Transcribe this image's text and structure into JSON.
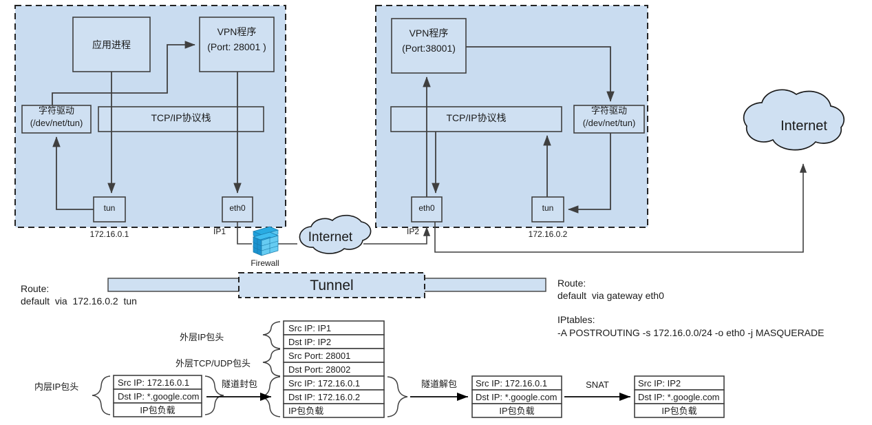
{
  "title": "VPN tunnel packet flow diagram",
  "colors": {
    "panel_fill": "#c9dcf0",
    "node_fill": "#cfe0f2",
    "stroke": "#3f3f3f",
    "firewall": "#29abe2",
    "white": "#ffffff"
  },
  "left_panel": {
    "name": "client-host",
    "nodes": {
      "app": "应用进程",
      "vpn_line1": "VPN程序",
      "vpn_line2": "(Port: 28001 )",
      "chardev_line1": "字符驱动",
      "chardev_line2": "(/dev/net/tun)",
      "tcpip": "TCP/IP协议栈",
      "tun": "tun",
      "eth0": "eth0"
    },
    "labels": {
      "tun_ip": "172.16.0.1",
      "eth_ip": "IP1"
    }
  },
  "right_panel": {
    "name": "vpn-server-host",
    "nodes": {
      "vpn_line1": "VPN程序",
      "vpn_line2": "(Port:38001)",
      "chardev_line1": "字符驱动",
      "chardev_line2": "(/dev/net/tun)",
      "tcpip": "TCP/IP协议栈",
      "tun": "tun",
      "eth0": "eth0"
    },
    "labels": {
      "tun_ip": "172.16.0.2",
      "eth_ip": "IP2"
    }
  },
  "network": {
    "firewall": "Firewall",
    "internet_mid": "Internet",
    "internet_right": "Internet",
    "tunnel": "Tunnel"
  },
  "routes": {
    "left_title": "Route:",
    "left_rule": "default  via  172.16.0.2  tun",
    "right_title": "Route:",
    "right_rule": "default  via gateway eth0",
    "iptables_title": "IPtables:",
    "iptables_rule": "-A POSTROUTING -s 172.16.0.0/24 -o eth0 -j MASQUERADE"
  },
  "packet_flow": {
    "brace_labels": {
      "outer_ip": "外层IP包头",
      "outer_tcp_udp": "外层TCP/UDP包头",
      "inner_ip": "内层IP包头"
    },
    "arrow_labels": {
      "encap": "隧道封包",
      "decap": "隧道解包",
      "snat": "SNAT"
    },
    "packet1": {
      "name": "inner-packet-original",
      "rows": [
        "Src IP: 172.16.0.1",
        "Dst IP: *.google.com",
        "IP包负载"
      ]
    },
    "packet2": {
      "name": "encapsulated-packet",
      "rows": [
        "Src IP: IP1",
        "Dst IP: IP2",
        "Src Port: 28001",
        "Dst Port: 28002",
        "Src IP: 172.16.0.1",
        "Dst IP: 172.16.0.2",
        "IP包负载"
      ]
    },
    "packet3": {
      "name": "decapsulated-packet",
      "rows": [
        "Src IP: 172.16.0.1",
        "Dst IP: *.google.com",
        "IP包负载"
      ]
    },
    "packet4": {
      "name": "snat-packet",
      "rows": [
        "Src IP: IP2",
        "Dst IP: *.google.com",
        "IP包负载"
      ]
    }
  }
}
